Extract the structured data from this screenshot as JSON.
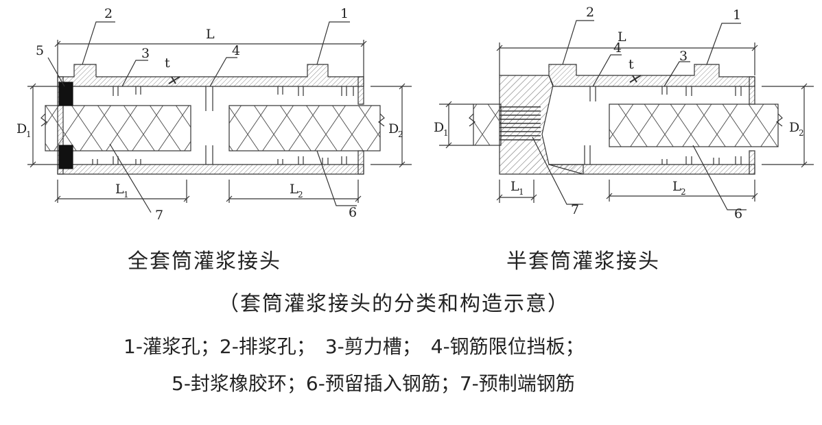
{
  "left_diagram": {
    "caption": "全套筒灌浆接头",
    "labels": {
      "n1": "1",
      "n2": "2",
      "n3": "3",
      "n4": "4",
      "n5": "5",
      "n6": "6",
      "n7": "7",
      "L": "L",
      "t": "t",
      "D1": "D",
      "D1_sub": "1",
      "D2": "D",
      "D2_sub": "2",
      "L1": "L",
      "L1_sub": "1",
      "L2": "L",
      "L2_sub": "2"
    }
  },
  "right_diagram": {
    "caption": "半套筒灌浆接头",
    "labels": {
      "n1": "1",
      "n2": "2",
      "n3": "3",
      "n4": "4",
      "n6": "6",
      "n7": "7",
      "L": "L",
      "t": "t",
      "D1": "D",
      "D1_sub": "1",
      "D2": "D",
      "D2_sub": "2",
      "L1": "L",
      "L1_sub": "1",
      "L2": "L",
      "L2_sub": "2"
    }
  },
  "figure_caption": "（套筒灌浆接头的分类和构造示意）",
  "legend": {
    "line1": "1-灌浆孔；2-排浆孔；　3-剪力槽；　4-钢筋限位挡板；",
    "line2": "5-封浆橡胶环；6-预留插入钢筋；7-预制端钢筋"
  }
}
